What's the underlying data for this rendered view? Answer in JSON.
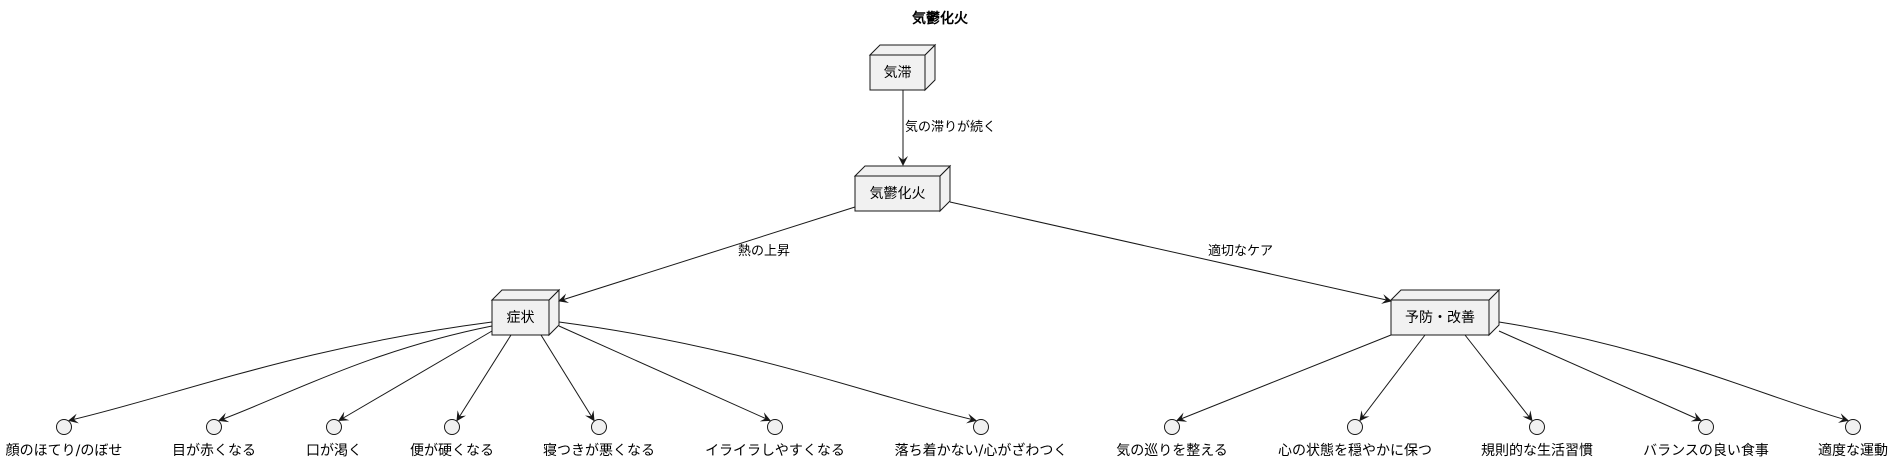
{
  "title": "気鬱化火",
  "nodes": {
    "qizhi": "気滞",
    "qiyu": "気鬱化火",
    "symptoms": "症状",
    "prevention": "予防・改善"
  },
  "edges": {
    "qizhi_to_qiyu": "気の滞りが続く",
    "qiyu_to_symptoms": "熱の上昇",
    "qiyu_to_prevention": "適切なケア"
  },
  "symptom_items": [
    "顔のほてり/のぼせ",
    "目が赤くなる",
    "口が渇く",
    "便が硬くなる",
    "寝つきが悪くなる",
    "イライラしやすくなる",
    "落ち着かない/心がざわつく"
  ],
  "prevention_items": [
    "気の巡りを整える",
    "心の状態を穏やかに保つ",
    "規則的な生活習慣",
    "バランスの良い食事",
    "適度な運動"
  ]
}
